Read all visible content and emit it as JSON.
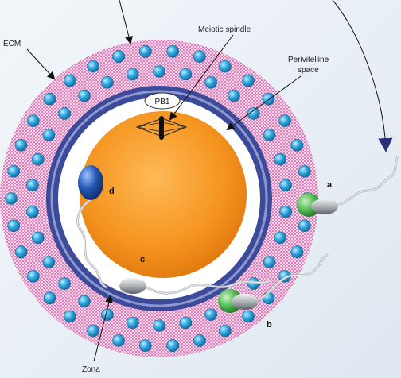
{
  "labels": {
    "ecm": "ECM",
    "meiotic_spindle": "Meiotic spindle",
    "perivitelline_line1": "Perivitelline",
    "perivitelline_line2": "space",
    "pb1": "PB1",
    "zona": "Zona",
    "a": "a",
    "b": "b",
    "c": "c",
    "d": "d"
  },
  "colors": {
    "ecm_fill": "#f3d6e7",
    "ecm_dots": "#c2188a",
    "bead_fill": "#2aa6dc",
    "zona_blue": "#3c4a9a",
    "zona_inner": "#8e98d0",
    "perivitelline": "#ffffff",
    "ooplasm": "#f5941f",
    "sperm_green": "#4fb84f",
    "sperm_blue": "#2456b0",
    "sperm_head": "#9aa0a6",
    "arrow_navy": "#2a2f7a"
  }
}
